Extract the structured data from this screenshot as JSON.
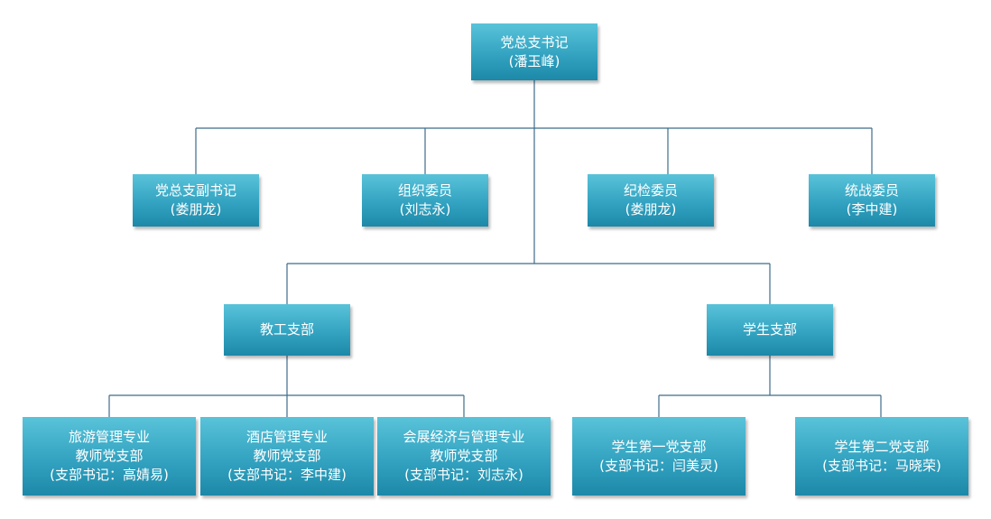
{
  "org": {
    "root": {
      "title": "党总支书记",
      "person": "(潘玉峰)"
    },
    "committee": [
      {
        "title": "党总支副书记",
        "person": "(娄朋龙)"
      },
      {
        "title": "组织委员",
        "person": "(刘志永)"
      },
      {
        "title": "纪检委员",
        "person": "(娄朋龙)"
      },
      {
        "title": "统战委员",
        "person": "(李中建)"
      }
    ],
    "branches": [
      {
        "title": "教工支部",
        "children": [
          {
            "line1": "旅游管理专业",
            "line2": "教师党支部",
            "line3": "(支部书记：高婧易)"
          },
          {
            "line1": "酒店管理专业",
            "line2": "教师党支部",
            "line3": "(支部书记：李中建)"
          },
          {
            "line1": "会展经济与管理专业",
            "line2": "教师党支部",
            "line3": "(支部书记：刘志永)"
          }
        ]
      },
      {
        "title": "学生支部",
        "children": [
          {
            "line1": "学生第一党支部",
            "line2": "(支部书记：闫美灵)"
          },
          {
            "line1": "学生第二党支部",
            "line2": "(支部书记：马晓荣)"
          }
        ]
      }
    ]
  },
  "colors": {
    "box_top": "#59c3d9",
    "box_bottom": "#1d88a8",
    "connector": "#3f6c8a",
    "text": "#ffffff"
  }
}
